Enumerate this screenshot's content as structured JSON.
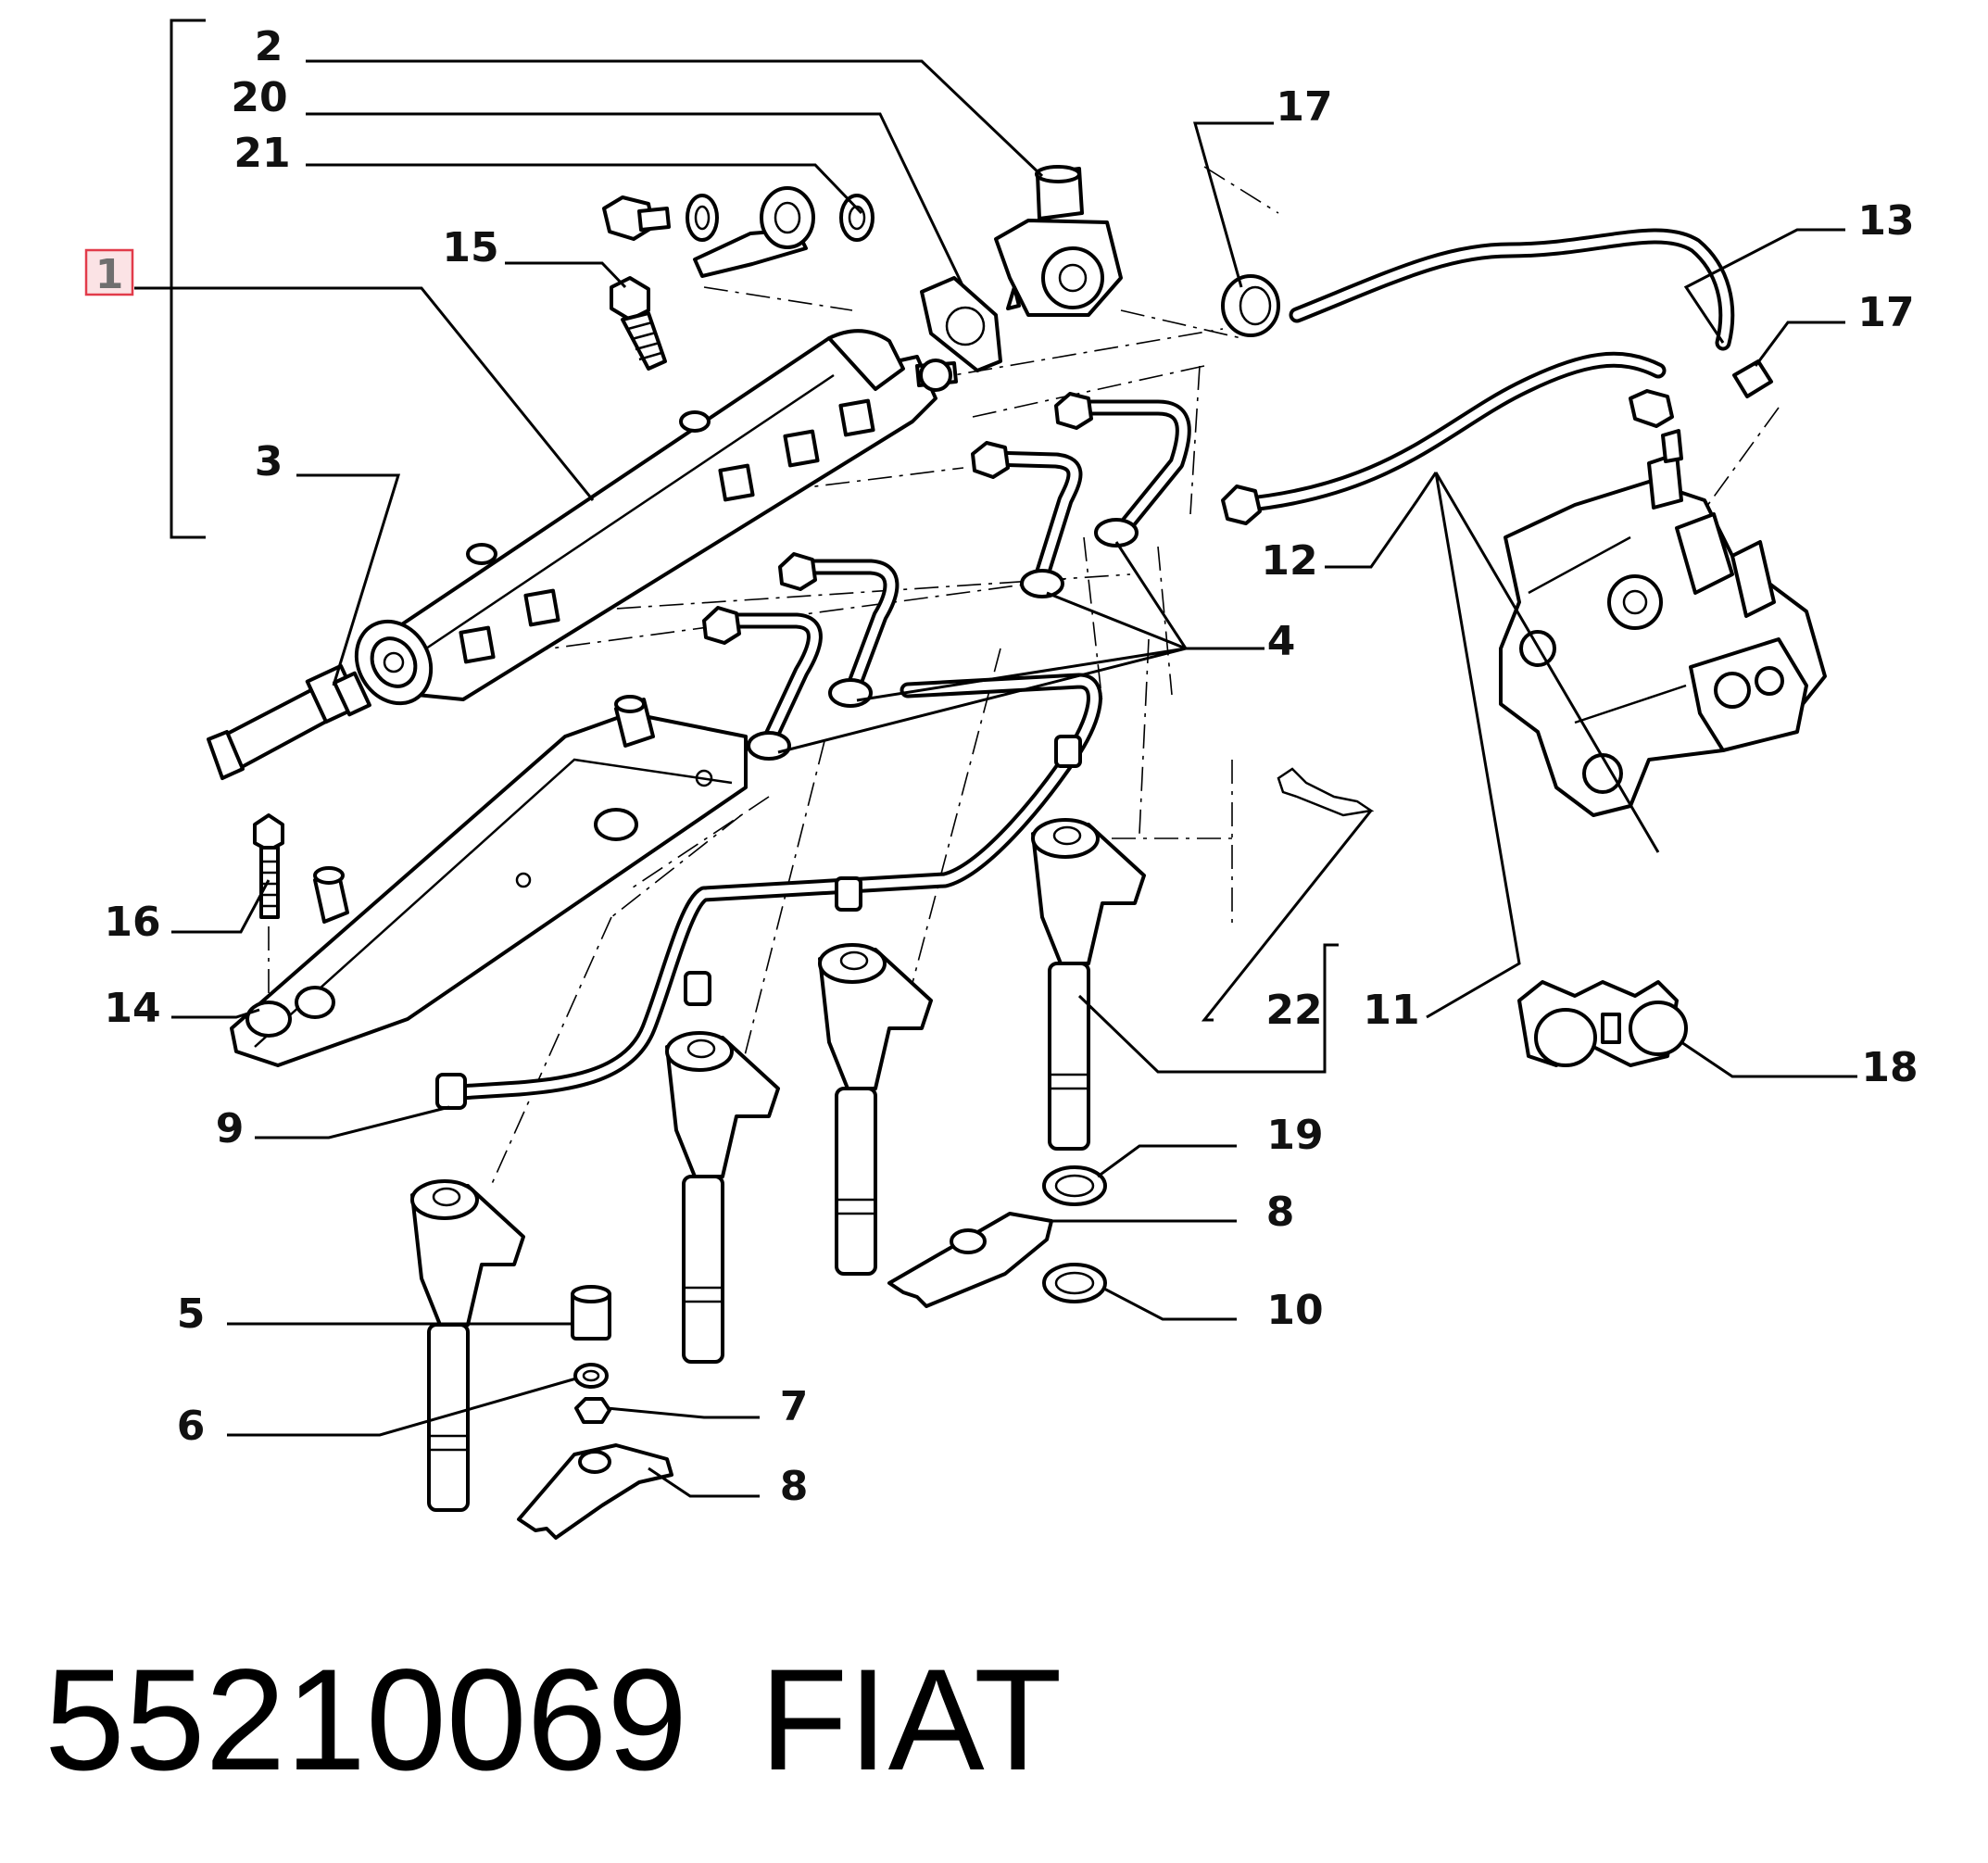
{
  "diagram": {
    "part_labels": {
      "p1": "1",
      "p2": "2",
      "p20": "20",
      "p21": "21",
      "p15": "15",
      "p3": "3",
      "p17a": "17",
      "p13": "13",
      "p17b": "17",
      "p12": "12",
      "p4": "4",
      "p16": "16",
      "p14": "14",
      "p9": "9",
      "p22": "22",
      "p11": "11",
      "p18": "18",
      "p19": "19",
      "p8a": "8",
      "p10": "10",
      "p5": "5",
      "p6": "6",
      "p7": "7",
      "p8b": "8"
    },
    "highlighted_part": "1",
    "highlight_color": "#e23b4a"
  },
  "footer": {
    "part_number": "55210069",
    "brand": "FIAT"
  }
}
